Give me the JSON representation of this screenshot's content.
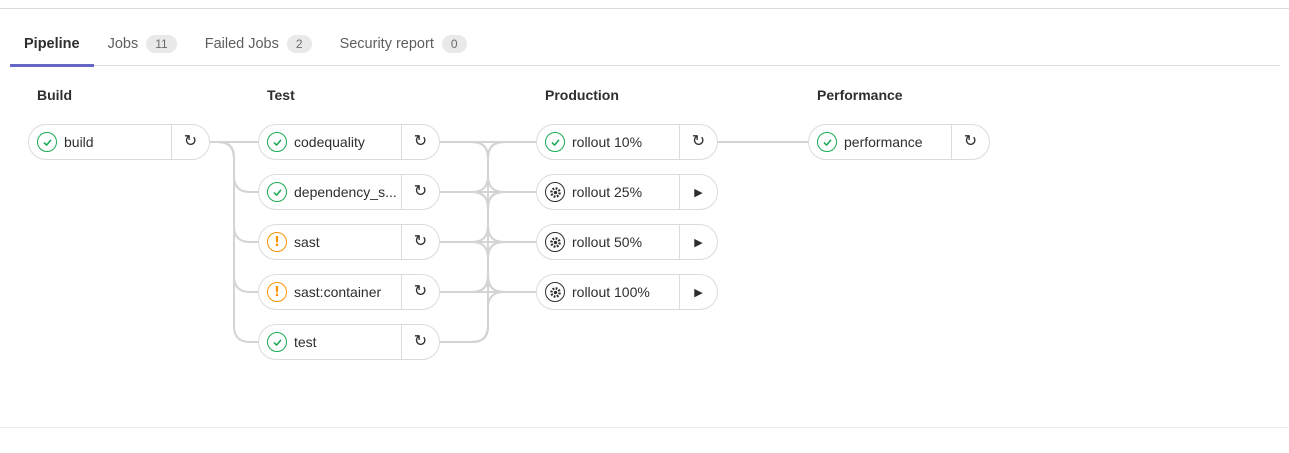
{
  "tabs": [
    {
      "label": "Pipeline",
      "badge": null,
      "active": true
    },
    {
      "label": "Jobs",
      "badge": "11",
      "active": false
    },
    {
      "label": "Failed Jobs",
      "badge": "2",
      "active": false
    },
    {
      "label": "Security report",
      "badge": "0",
      "active": false
    }
  ],
  "pipeline": {
    "stages": [
      {
        "name": "Build",
        "jobs": [
          {
            "label": "build",
            "status": "success",
            "action": "retry"
          }
        ]
      },
      {
        "name": "Test",
        "jobs": [
          {
            "label": "codequality",
            "status": "success",
            "action": "retry"
          },
          {
            "label": "dependency_s...",
            "status": "success",
            "action": "retry"
          },
          {
            "label": "sast",
            "status": "warning",
            "action": "retry"
          },
          {
            "label": "sast:container",
            "status": "warning",
            "action": "retry"
          },
          {
            "label": "test",
            "status": "success",
            "action": "retry"
          }
        ]
      },
      {
        "name": "Production",
        "jobs": [
          {
            "label": "rollout 10%",
            "status": "success",
            "action": "retry"
          },
          {
            "label": "rollout 25%",
            "status": "manual",
            "action": "play"
          },
          {
            "label": "rollout 50%",
            "status": "manual",
            "action": "play"
          },
          {
            "label": "rollout 100%",
            "status": "manual",
            "action": "play"
          }
        ]
      },
      {
        "name": "Performance",
        "jobs": [
          {
            "label": "performance",
            "status": "success",
            "action": "retry"
          }
        ]
      }
    ]
  },
  "glyphs": {
    "retry": "↻",
    "play": "▶",
    "warning": "!"
  },
  "colors": {
    "success": "#1aaa55",
    "warning": "#fc9403",
    "manual": "#2e2e2e",
    "connector": "#d4d4d4",
    "active_tab": "#6666c4",
    "border": "#dbdbdb"
  }
}
